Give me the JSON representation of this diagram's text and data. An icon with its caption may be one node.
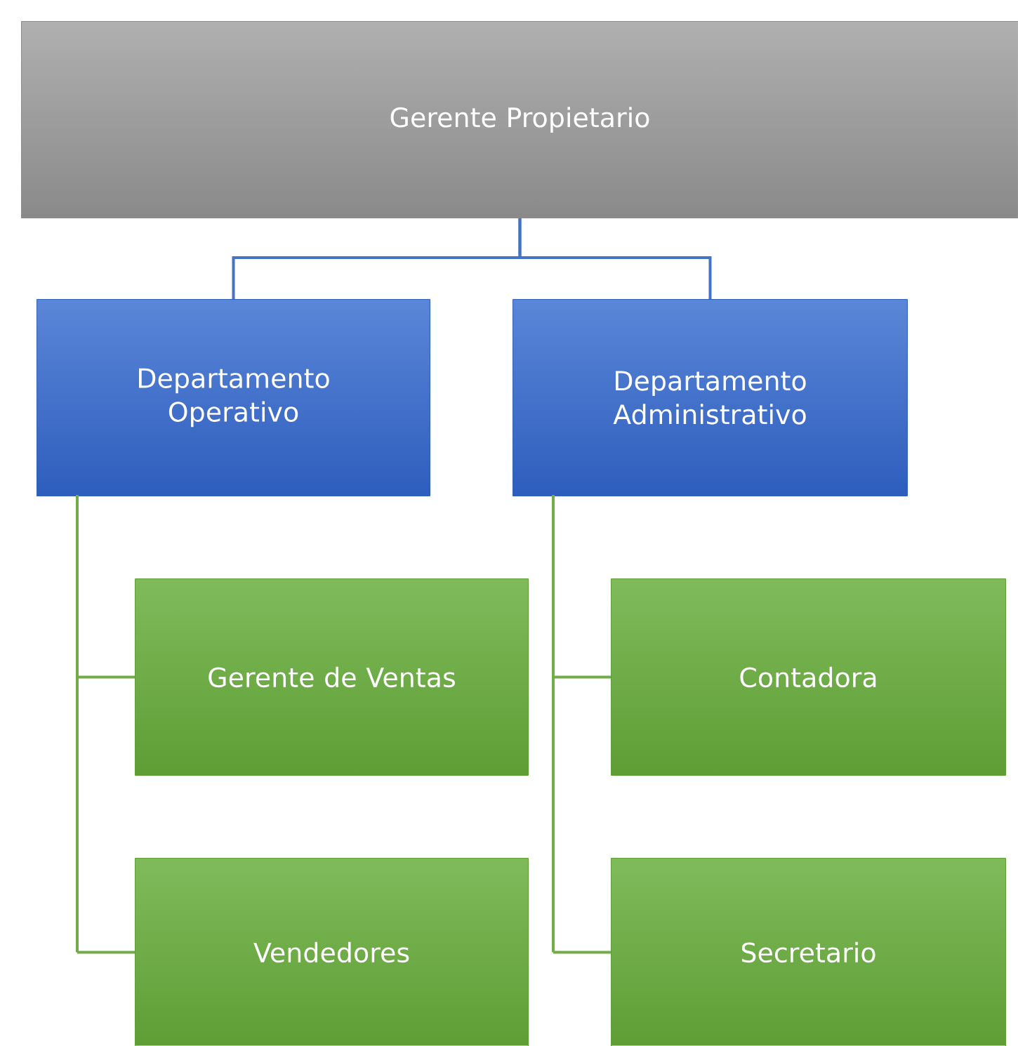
{
  "diagram": {
    "nodes": [
      {
        "text": [
          "Gerente Propietario"
        ]
      },
      {
        "text": [
          "Departamento Operativo"
        ]
      },
      {
        "text": [
          "Departamento Administrativo"
        ]
      },
      {
        "text": [
          "Gerente de Ventas"
        ]
      },
      {
        "text": [
          "Vendedores"
        ]
      },
      {
        "text": [
          "Contadora"
        ]
      },
      {
        "text": [
          "Secretario"
        ]
      }
    ],
    "edges": [
      {
        "from": 0,
        "to": 1,
        "arrow": "none",
        "color": "#4472c4"
      },
      {
        "from": 0,
        "to": 2,
        "arrow": "none",
        "color": "#4472c4"
      },
      {
        "from": 1,
        "to": 3,
        "arrow": "none"
      },
      {
        "from": 1,
        "to": 4,
        "arrow": "none"
      },
      {
        "from": 2,
        "to": 5,
        "arrow": "none"
      },
      {
        "from": 2,
        "to": 6,
        "arrow": "none"
      }
    ]
  }
}
